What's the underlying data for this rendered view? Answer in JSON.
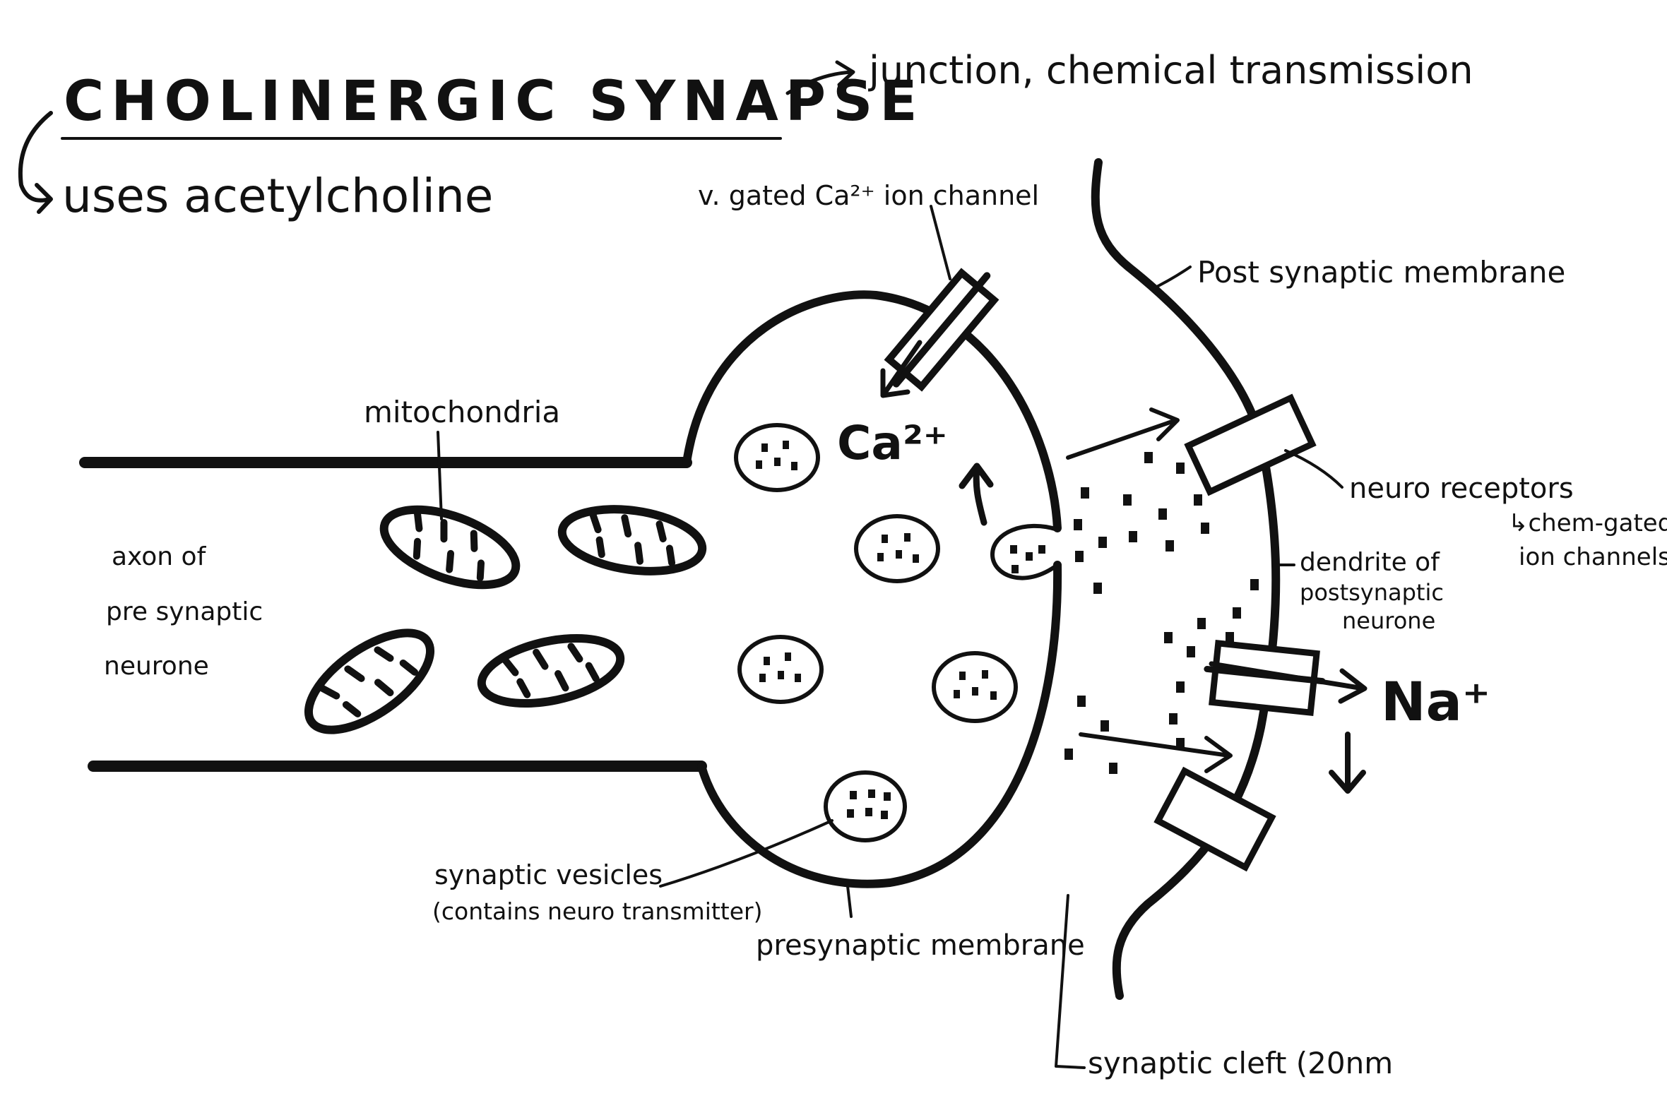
{
  "title": "CHOLINERGIC SYNAPSE",
  "title_note": "junction, chemical transmission",
  "subtitle": "uses acetylcholine",
  "labels": {
    "ca_channel": "v. gated Ca²⁺ ion channel",
    "postsynaptic_membrane": "Post synaptic membrane",
    "mitochondria": "mitochondria",
    "axon_line1": "axon of",
    "axon_line2": "pre synaptic",
    "axon_line3": "neurone",
    "ca_ion": "Ca²⁺",
    "neuro_receptors": "neuro receptors",
    "chem_gated_line1": "↳chem-gated",
    "chem_gated_line2": "ion channels",
    "dendrite_line1": "dendrite of",
    "dendrite_line2": "postsynaptic",
    "dendrite_line3": "neurone",
    "na_ion": "Na⁺",
    "vesicles_line1": "synaptic vesicles",
    "vesicles_line2": "(contains neuro transmitter)",
    "presynaptic_membrane": "presynaptic membrane",
    "cleft": "synaptic cleft (20nm"
  },
  "colors": {
    "ink": "#111111",
    "paper": "#ffffff"
  }
}
